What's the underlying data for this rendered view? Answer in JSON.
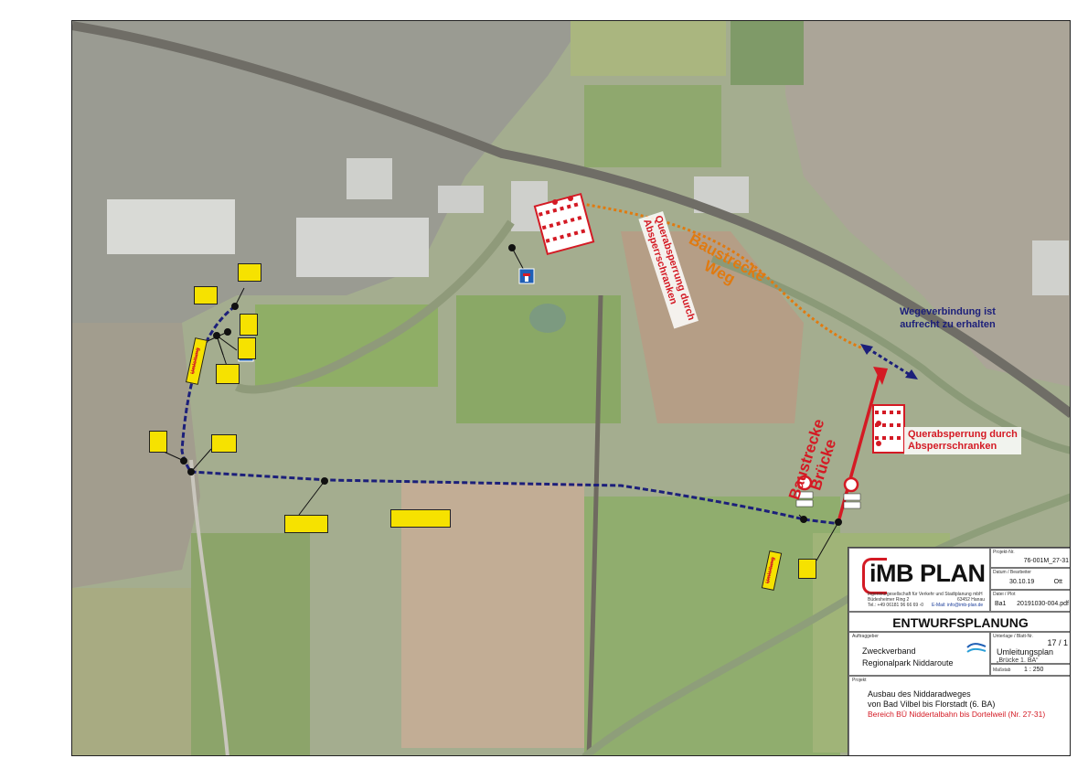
{
  "map": {
    "labels": {
      "baustrecke_weg": "Baustrecke Weg",
      "baustrecke_weg_line1": "Baustrecke",
      "baustrecke_weg_line2": "Weg",
      "baustrecke_bruecke_line1": "Baustrecke",
      "baustrecke_bruecke_line2": "Brücke",
      "querabsperrung_vertical_line1": "Querabsperrung durch",
      "querabsperrung_vertical_line2": "Absperrschranken",
      "querabsperrung_right_line1": "Querabsperrung durch",
      "querabsperrung_right_line2": "Absperrschranken",
      "wegeverbindung_line1": "Wegeverbindung ist",
      "wegeverbindung_line2": "aufrecht zu erhalten",
      "umleitung": "Umleitung"
    },
    "colors": {
      "detour_route": "#1c1f7a",
      "construction_path": "#e07a10",
      "construction_bridge": "#d41a24",
      "sign_yellow": "#f6e200",
      "barrier_red": "#d41a24",
      "wegeverbindung_text": "#1c1f7a"
    }
  },
  "title_block": {
    "company_name": "iMB PLAN",
    "company_sub": "Ingenieurgesellschaft für Verkehr und Stadtplanung mbH",
    "address_street": "Büdesheimer Ring 2",
    "address_city": "63452 Hanau",
    "phone": "Tel.: +49 06181 96 66 69 -0",
    "email": "E-Mail: info@imb-plan.de",
    "projekt_nr_label": "Projekt-Nr.",
    "projekt_nr": "76-001M_27-31",
    "datum_label": "Datum / Bearbeiter",
    "datum": "30.10.19",
    "bearbeiter": "Ott",
    "datei_label": "Datei / Plot",
    "datei_ba": "Ba1",
    "datei_pdf": "20191030-004.pdf",
    "heading": "ENTWURFSPLANUNG",
    "auftraggeber_label": "Auftraggeber",
    "auftraggeber_line1": "Zweckverband",
    "auftraggeber_line2": "Regionalpark Niddaroute",
    "unterlage_label": "Unterlage / Blatt-Nr.",
    "blatt_nr": "17 / 1",
    "plan_title": "Umleitungsplan",
    "plan_subtitle": "„Brücke 1. BA“",
    "massstab_label": "Maßstab",
    "massstab": "1 : 250",
    "projekt_label": "Projekt",
    "projekt_line1": "Ausbau des Niddaradweges",
    "projekt_line2": "von Bad Vilbel bis Florstadt (6. BA)",
    "projekt_line3": "Bereich BÜ Niddertalbahn bis Dortelweil (Nr. 27-31)"
  }
}
